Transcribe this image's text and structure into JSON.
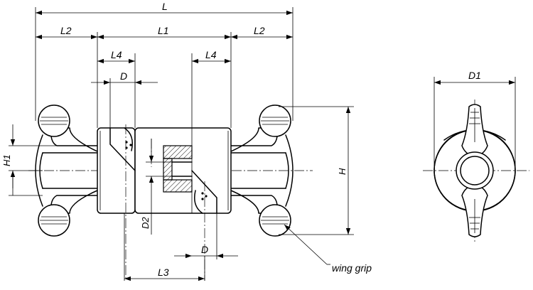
{
  "labels": {
    "L": "L",
    "L1": "L1",
    "L2_left": "L2",
    "L2_right": "L2",
    "L4_left": "L4",
    "L4_right": "L4",
    "D_top": "D",
    "D_bottom": "D",
    "H1": "H1",
    "H": "H",
    "D2": "D2",
    "L3": "L3",
    "D1": "D1",
    "wing_grip": "wing grip"
  }
}
